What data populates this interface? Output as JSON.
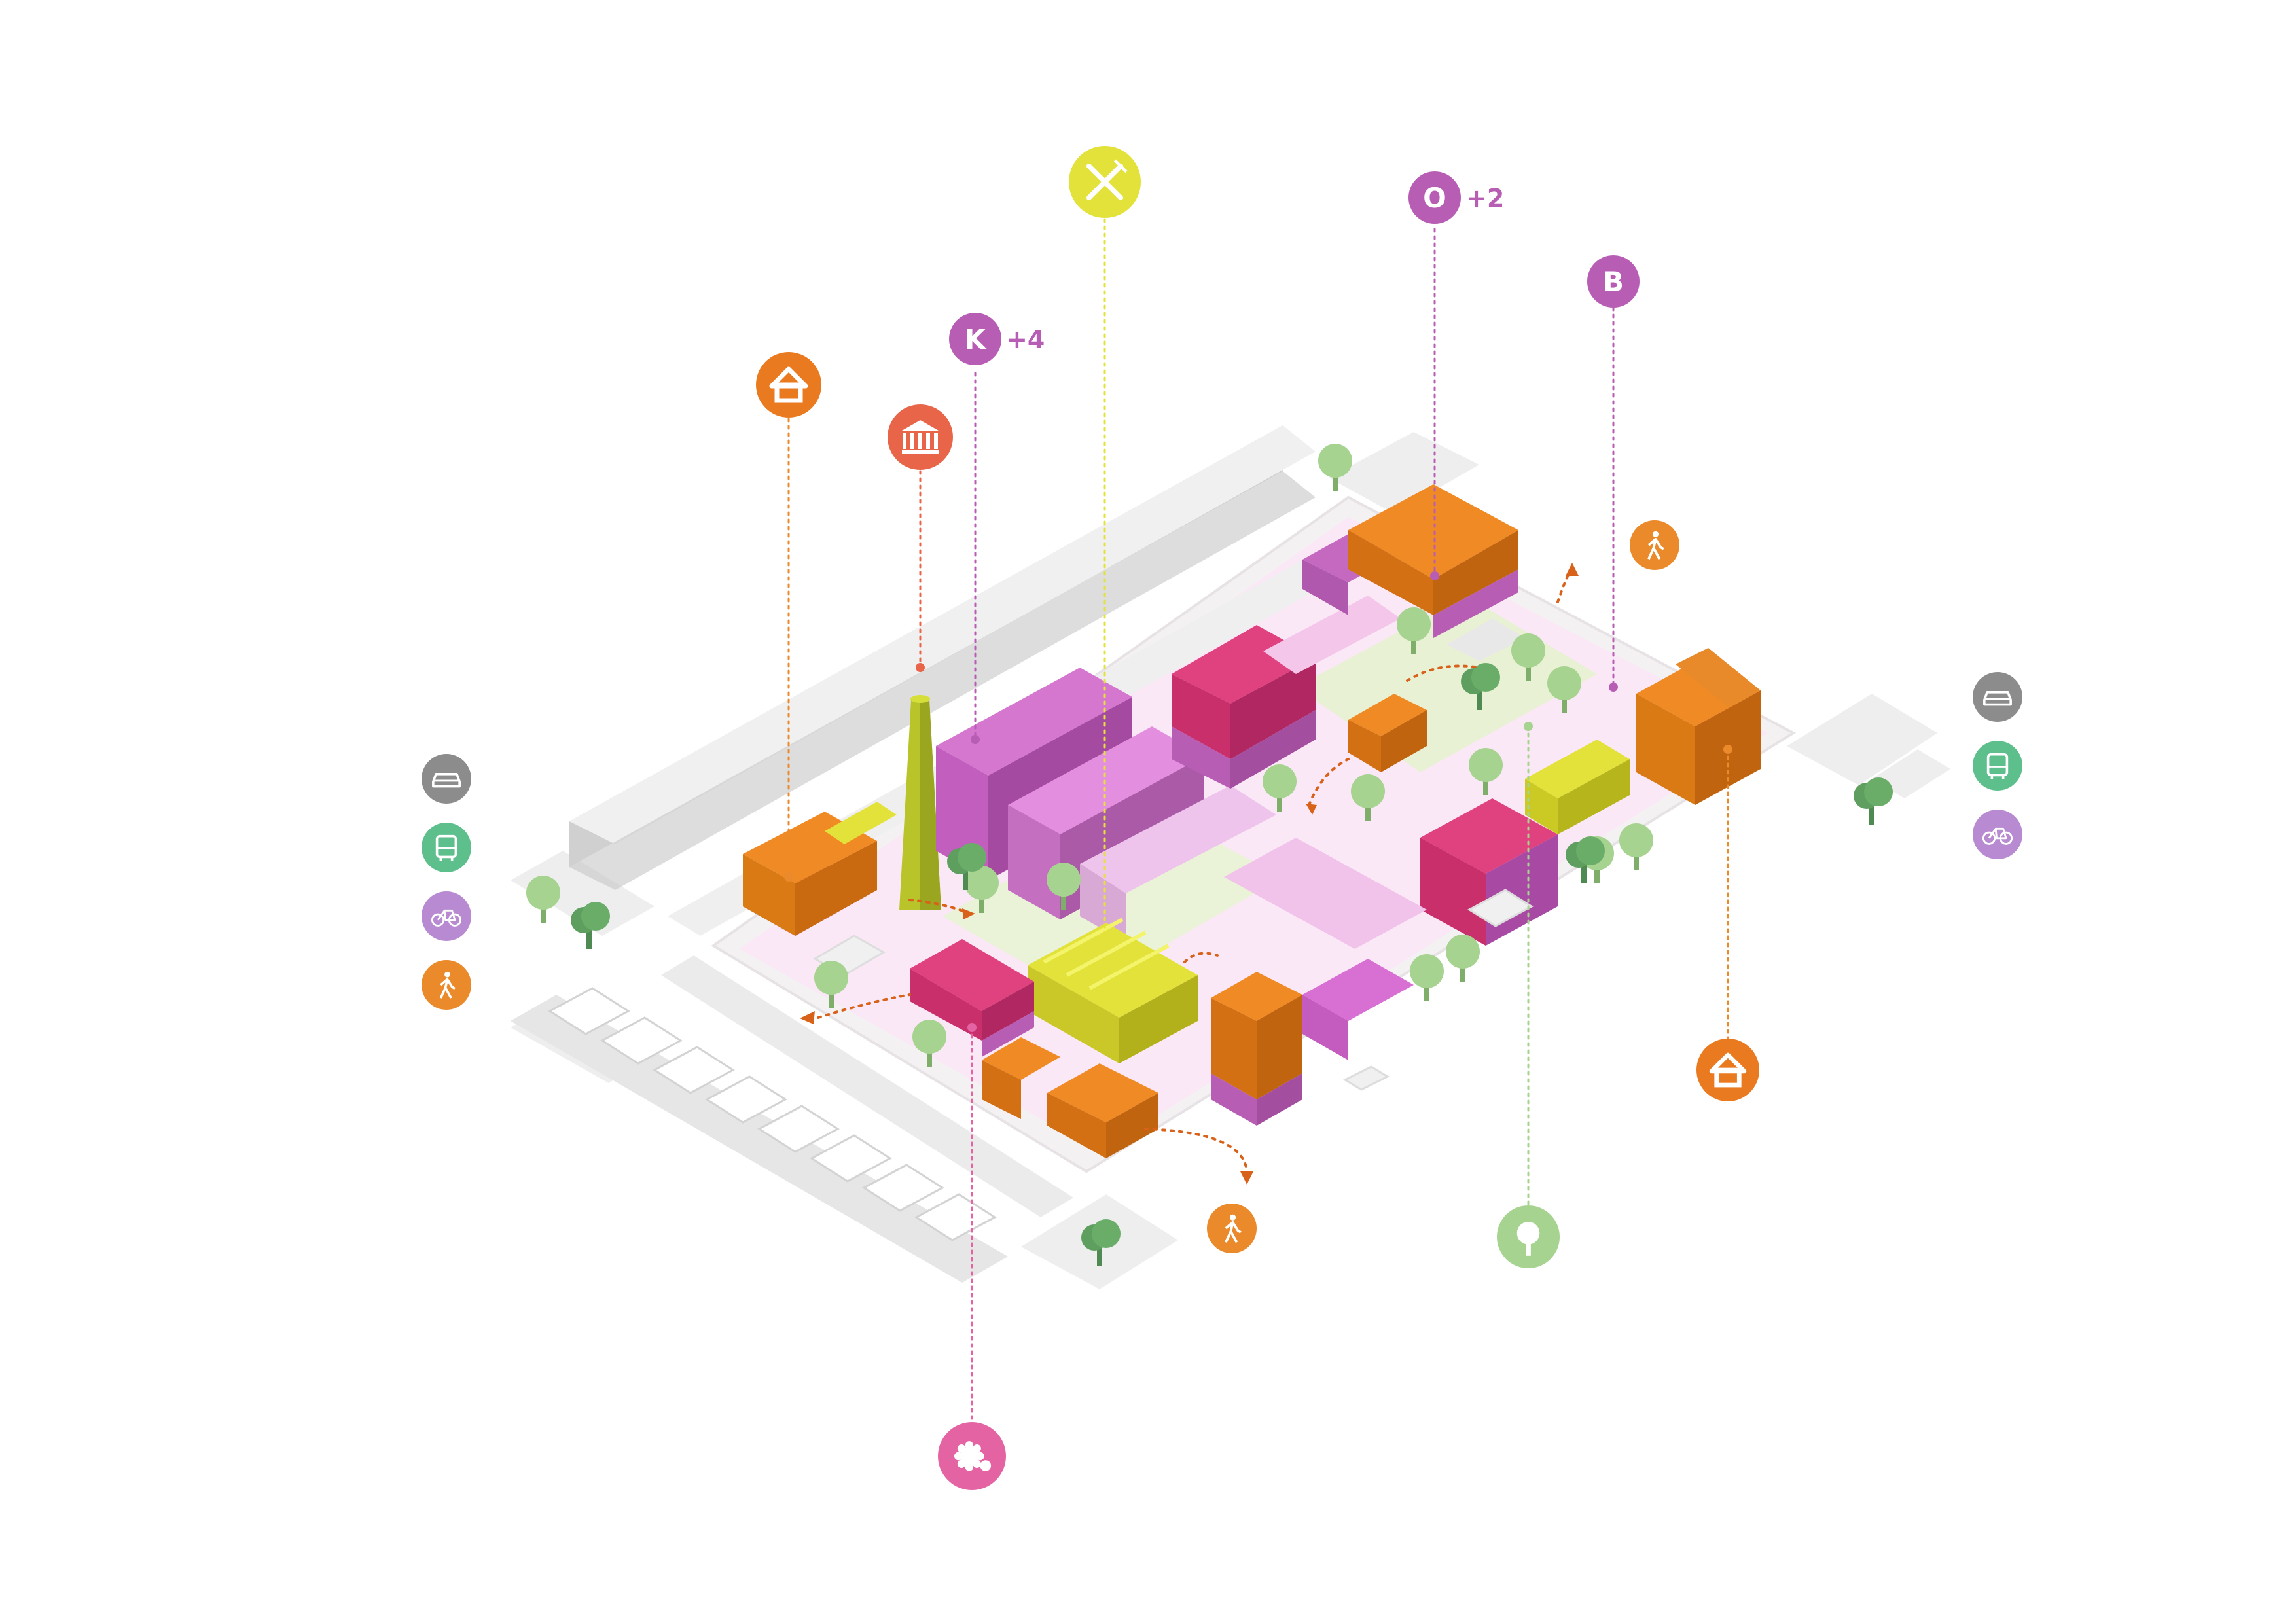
{
  "colors": {
    "residential": "#ea7a1f",
    "culture": "#e8654a",
    "office": "#b85db4",
    "food": "#e3e23a",
    "green": "#a6d38f",
    "community": "#e463a3",
    "car": "#8c8c8c",
    "bus": "#5cbf8c",
    "bike": "#b88ad1",
    "walk": "#ea8a2a",
    "magenta": "#c9337a",
    "pink": "#f0b3e0",
    "lime": "#d9e32c"
  },
  "markers": [
    {
      "id": "housing-west",
      "icon": "house-icon",
      "kind": "residential",
      "text": "",
      "plus": ""
    },
    {
      "id": "museum",
      "icon": "museum-icon",
      "kind": "culture",
      "text": "",
      "plus": ""
    },
    {
      "id": "office-k",
      "icon": "letter-icon",
      "kind": "office",
      "text": "K",
      "plus": "+4"
    },
    {
      "id": "restaurant",
      "icon": "cutlery-icon",
      "kind": "food",
      "text": "",
      "plus": ""
    },
    {
      "id": "office-o",
      "icon": "letter-icon",
      "kind": "office",
      "text": "O",
      "plus": "+2"
    },
    {
      "id": "office-b",
      "icon": "letter-icon",
      "kind": "office",
      "text": "B",
      "plus": ""
    },
    {
      "id": "housing-east",
      "icon": "house-icon",
      "kind": "residential",
      "text": "",
      "plus": ""
    },
    {
      "id": "park",
      "icon": "tree-icon",
      "kind": "green",
      "text": "",
      "plus": ""
    },
    {
      "id": "workshop",
      "icon": "gear-icon",
      "kind": "community",
      "text": "",
      "plus": ""
    },
    {
      "id": "walk-east",
      "icon": "pedestrian-icon",
      "kind": "walk",
      "text": "",
      "plus": ""
    },
    {
      "id": "walk-south",
      "icon": "pedestrian-icon",
      "kind": "walk",
      "text": "",
      "plus": ""
    }
  ],
  "mobility_west": [
    "car-icon",
    "bus-icon",
    "bike-icon",
    "pedestrian-icon"
  ],
  "mobility_east": [
    "car-icon",
    "bus-icon",
    "bike-icon"
  ]
}
